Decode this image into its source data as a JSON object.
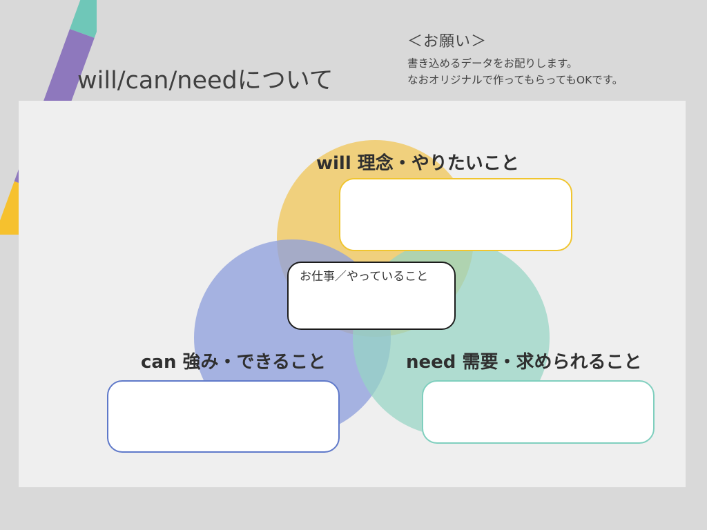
{
  "page": {
    "title": "will/can/needについて"
  },
  "notes": {
    "heading": "＜お願い＞",
    "lines": [
      "書き込めるデータをお配りします。",
      "なおオリジナルで作ってもらってもOKです。"
    ]
  },
  "venn": {
    "circles": [
      {
        "key": "will",
        "label": "will  理念・やりたいこと",
        "color": "#f0c75c"
      },
      {
        "key": "can",
        "label": "can 強み・できること",
        "color": "#8fa0dd"
      },
      {
        "key": "need",
        "label": "need 需要・求められること",
        "color": "#96d4c4"
      }
    ],
    "center": {
      "label": "お仕事／やっていること"
    },
    "boxes": {
      "will_value": "",
      "can_value": "",
      "need_value": "",
      "center_value": ""
    }
  },
  "decor": {
    "stripe_colors": [
      "#6fc7b8",
      "#8e78bd",
      "#f6c12e"
    ]
  }
}
